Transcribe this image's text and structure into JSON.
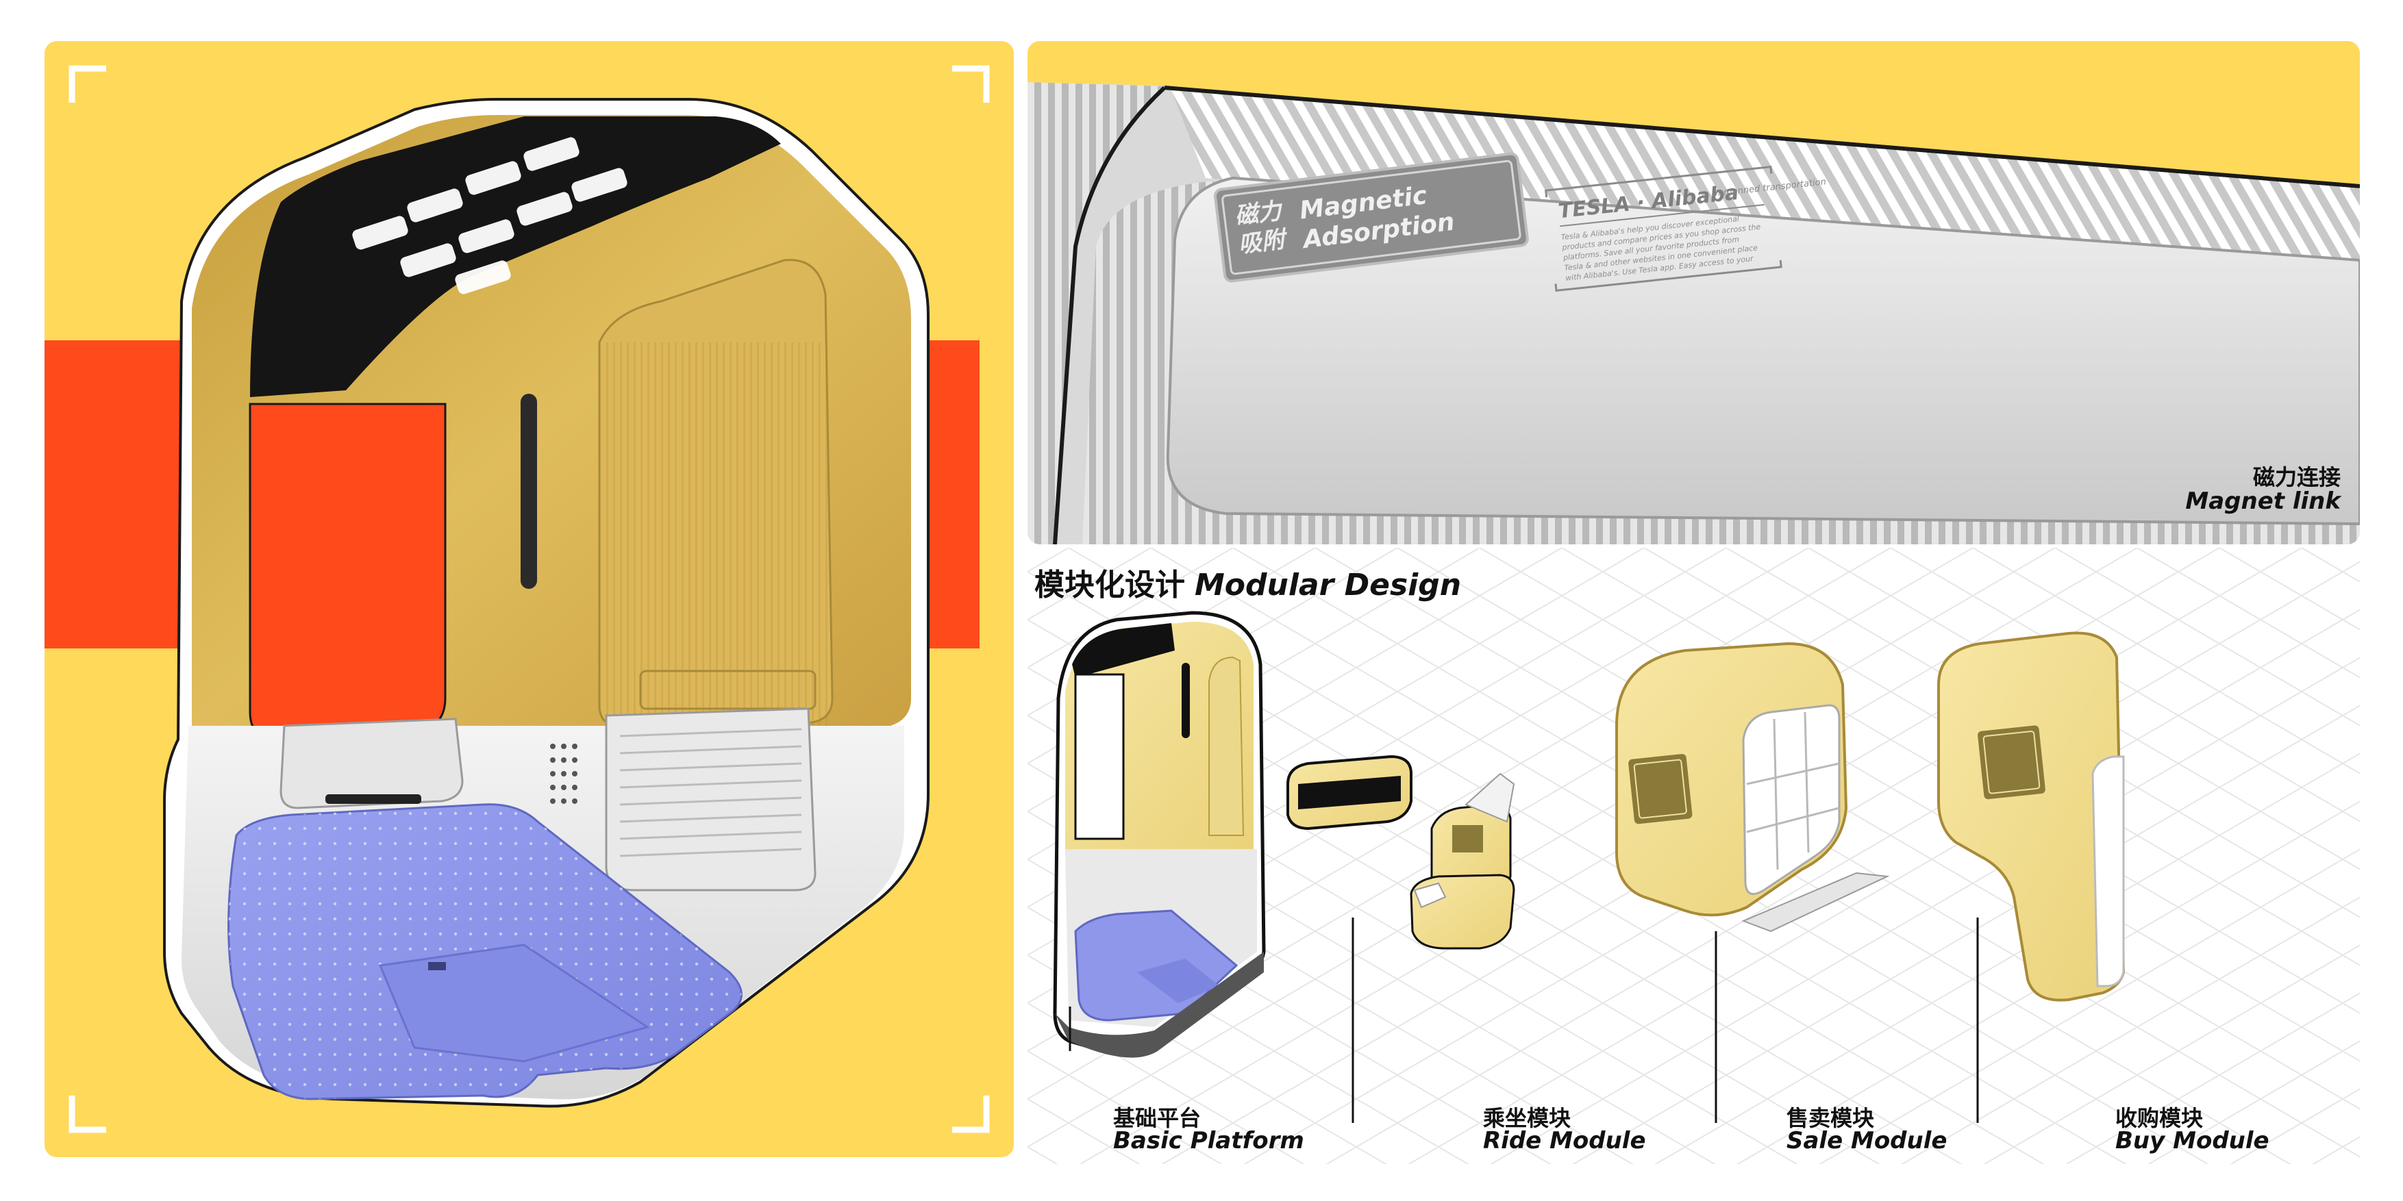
{
  "detail": {
    "plate_cn": "磁力\n吸附",
    "plate_en_line1": "Magnetic",
    "plate_en_line2": "Adsorption",
    "brand": "TESLA · Alibaba",
    "brand_note": "Unmanned transportation",
    "fine_print": "Tesla & Alibaba's help you discover exceptional products and compare prices as you shop across the platforms. Save all your favorite products from Tesla & and other websites in one convenient place with Alibaba's. Use Tesla app. Easy access to your order history, exclusive offers and more",
    "caption_cn": "磁力连接",
    "caption_en": "Magnet link"
  },
  "modular": {
    "title_cn": "模块化设计",
    "title_en": "Modular Design",
    "modules": [
      {
        "cn": "基础平台",
        "en": "Basic Platform"
      },
      {
        "cn": "乘坐模块",
        "en": "Ride Module"
      },
      {
        "cn": "售卖模块",
        "en": "Sale Module"
      },
      {
        "cn": "收购模块",
        "en": "Buy Module"
      }
    ]
  },
  "colors": {
    "yellow": "#ffd95a",
    "orange_band": "#ff4a1c",
    "gold_shell": "#d8b24a",
    "floor_blue": "#8e97ea",
    "module_cream": "#f3df8e"
  }
}
